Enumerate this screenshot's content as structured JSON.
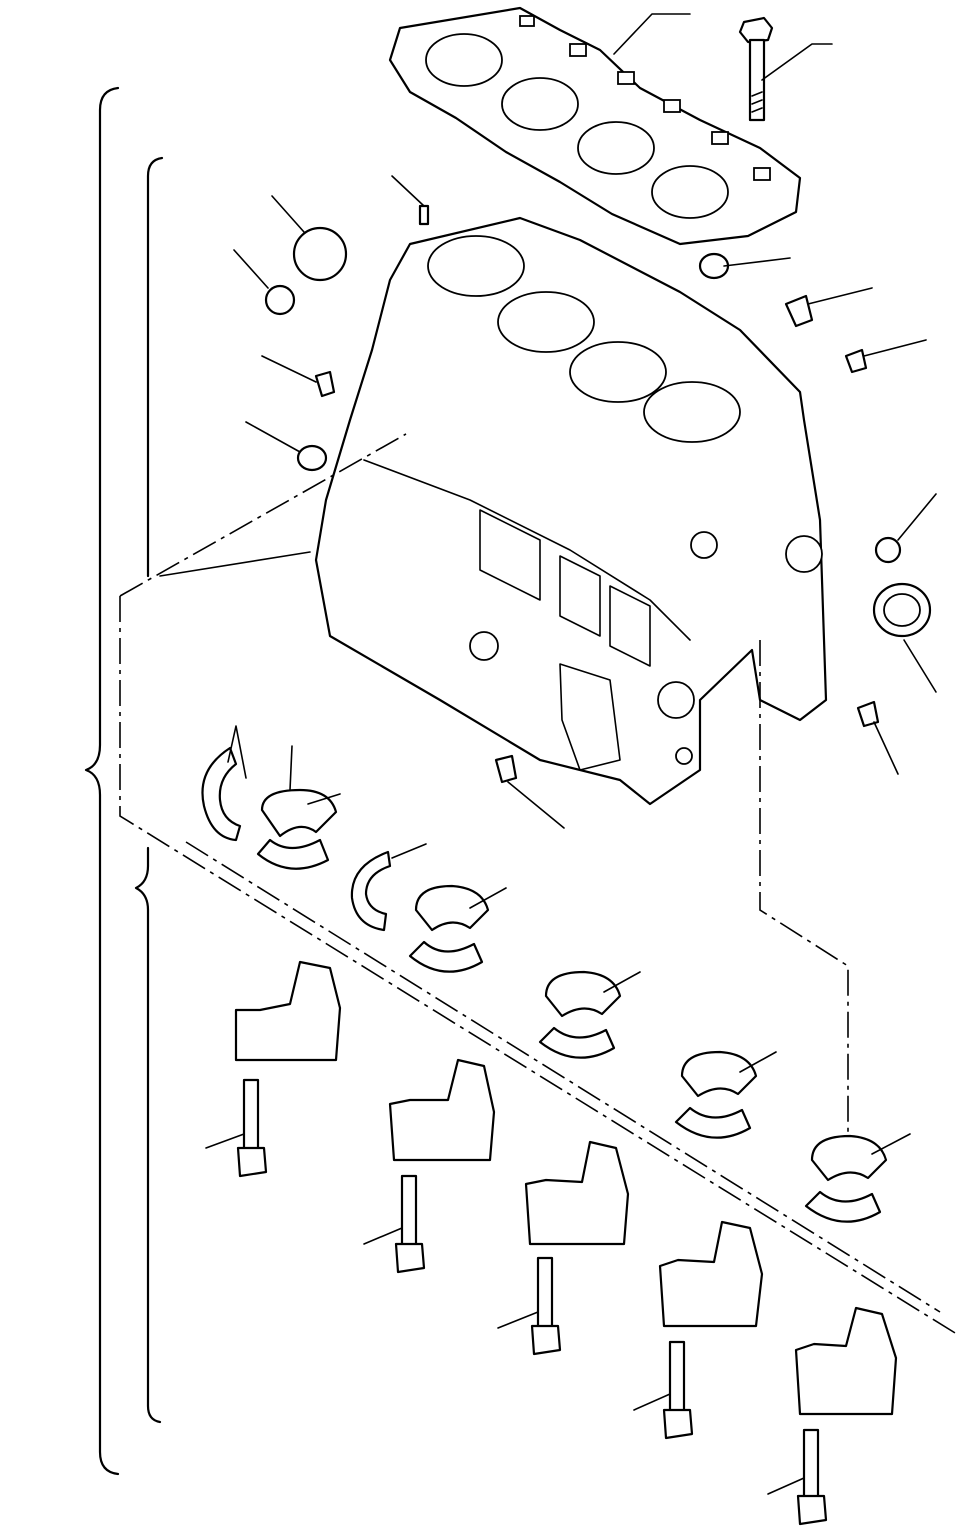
{
  "diagram": {
    "title": "",
    "type": "exploded-parts-view",
    "labels": []
  },
  "icons": {
    "gasket": "cylinder-head-gasket",
    "block": "cylinder-block",
    "bolt": "hex-bolt",
    "cap": "bearing-cap",
    "bearing": "bearing-shell",
    "thrust": "thrust-washer",
    "plug": "expansion-plug",
    "seal": "oil-seal"
  }
}
